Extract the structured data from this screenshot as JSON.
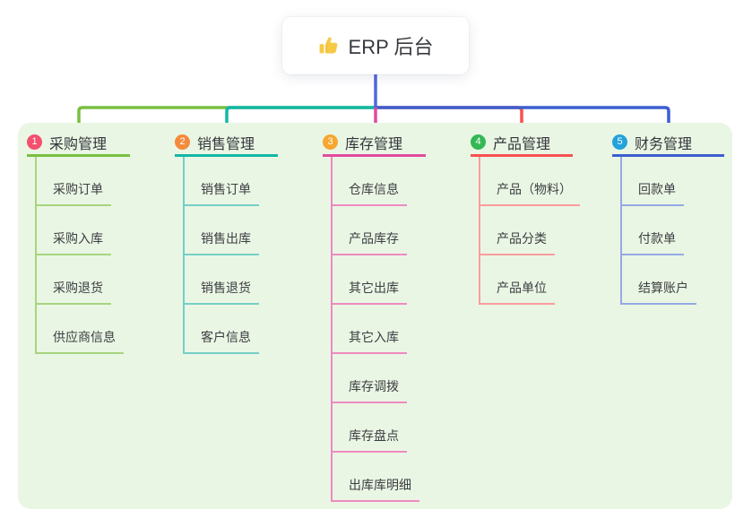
{
  "root": {
    "title": "ERP 后台",
    "icon": "thumbs-up-icon",
    "icon_color": "#f6c945",
    "line_color": "#5068d8"
  },
  "board": {
    "background": "#eaf6e4"
  },
  "branches": [
    {
      "number": "1",
      "title": "采购管理",
      "colors": {
        "badge": "#f2506e",
        "line": "#79bf41",
        "light": "#a6d57e"
      },
      "children": [
        "采购订单",
        "采购入库",
        "采购退货",
        "供应商信息"
      ]
    },
    {
      "number": "2",
      "title": "销售管理",
      "colors": {
        "badge": "#f58a3d",
        "line": "#12b7a6",
        "light": "#74cfc5"
      },
      "children": [
        "销售订单",
        "销售出库",
        "销售退货",
        "客户信息"
      ]
    },
    {
      "number": "3",
      "title": "库存管理",
      "colors": {
        "badge": "#f7a72f",
        "line": "#e14b9e",
        "light": "#ee8ac0"
      },
      "children": [
        "仓库信息",
        "产品库存",
        "其它出库",
        "其它入库",
        "库存调拨",
        "库存盘点",
        "出库库明细"
      ]
    },
    {
      "number": "4",
      "title": "产品管理",
      "colors": {
        "badge": "#33b854",
        "line": "#f8514f",
        "light": "#f99d9c"
      },
      "children": [
        "产品（物料）",
        "产品分类",
        "产品单位"
      ]
    },
    {
      "number": "5",
      "title": "财务管理",
      "colors": {
        "badge": "#23a2db",
        "line": "#3c5ecf",
        "light": "#94a9e3"
      },
      "children": [
        "回款单",
        "付款单",
        "结算账户"
      ]
    }
  ]
}
